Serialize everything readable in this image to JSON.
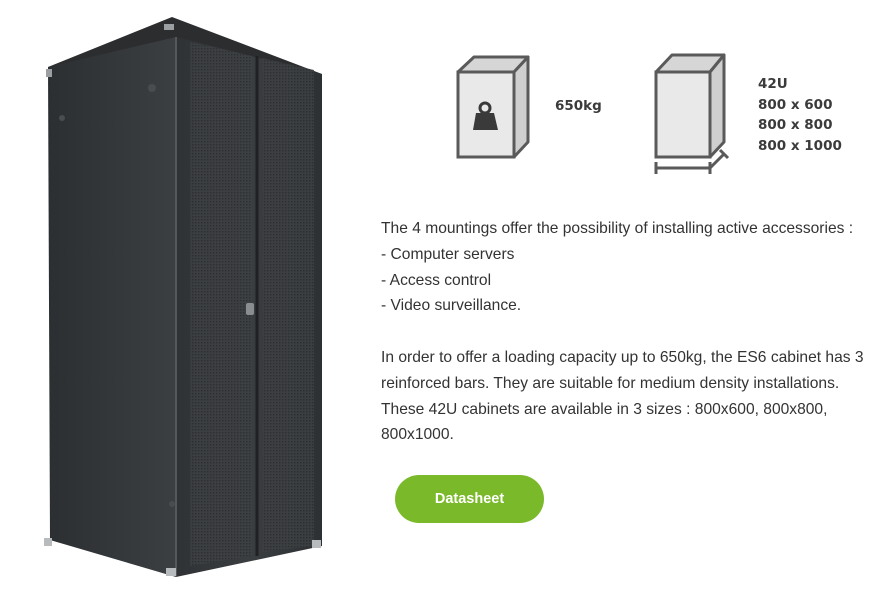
{
  "product_image": {
    "icon": "server-cabinet-image"
  },
  "specs": {
    "weight": {
      "icon": "weight-box-icon",
      "label": "650kg"
    },
    "size": {
      "icon": "size-box-icon",
      "lines": [
        "42U",
        "800 x 600",
        "800 x 800",
        "800 x 1000"
      ]
    }
  },
  "description": {
    "intro": "The 4 mountings offer the possibility of installing active accessories :",
    "items": [
      "- Computer servers",
      "- Access control",
      "- Video surveillance."
    ],
    "paragraph": [
      "In order to offer a loading capacity up to 650kg, the ES6 cabinet has 3",
      "reinforced bars. They are suitable for medium density installations.",
      "These 42U cabinets are available in 3 sizes : 800x600, 800x800,",
      "800x1000."
    ]
  },
  "datasheet_button": {
    "label": "Datasheet",
    "color": "#7ab929"
  },
  "colors": {
    "icon_stroke": "#5a5a5a",
    "icon_fill": "#e9e9e9",
    "cabinet": "#3a3d40"
  }
}
